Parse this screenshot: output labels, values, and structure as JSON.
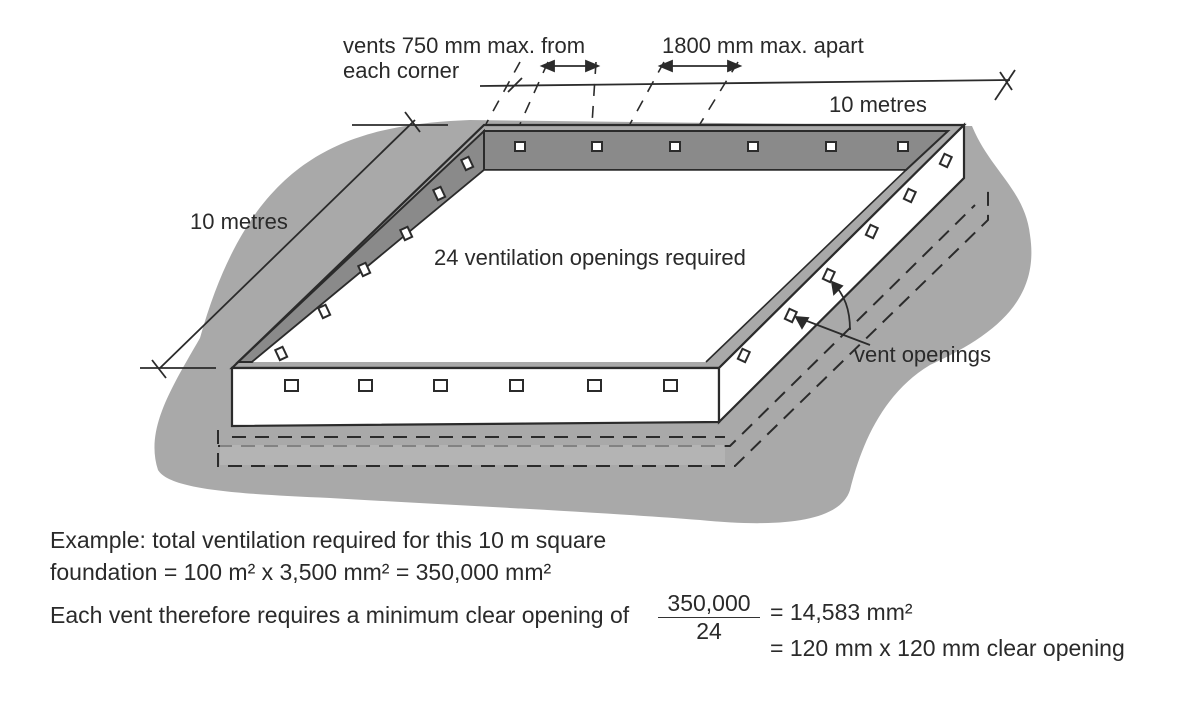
{
  "labels": {
    "vents_corner_line1": "vents 750 mm max. from",
    "vents_corner_line2": "each corner",
    "apart": "1800 mm max. apart",
    "top_length": "10 metres",
    "left_length": "10 metres",
    "center": "24 ventilation openings required",
    "vent_openings": "vent openings"
  },
  "calculation": {
    "line1": "Example: total ventilation required for this 10 m square",
    "line2": "foundation = 100 m² x 3,500 mm² = 350,000 mm²",
    "line3": "Each vent therefore requires a minimum clear opening of",
    "fraction_numerator": "350,000",
    "fraction_denominator": "24",
    "result1": "= 14,583 mm²",
    "result2": "= 120 mm x 120 mm clear opening"
  },
  "colors": {
    "ground": "#a9a9a9",
    "inner_wall": "#8a8a8a",
    "outline": "#2b2b2b"
  }
}
